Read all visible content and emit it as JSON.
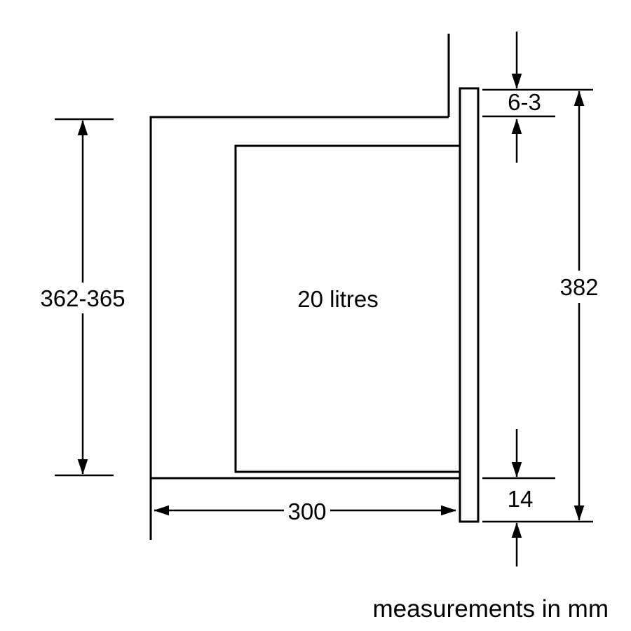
{
  "diagram": {
    "niche_height_label": "362-365",
    "capacity_label": "20 litres",
    "top_gap_label": "6-3",
    "front_height_label": "382",
    "bottom_overhang_label": "14",
    "depth_label": "300",
    "footer_note": "measurements in mm",
    "colors": {
      "line": "#000000",
      "background": "#ffffff"
    }
  }
}
